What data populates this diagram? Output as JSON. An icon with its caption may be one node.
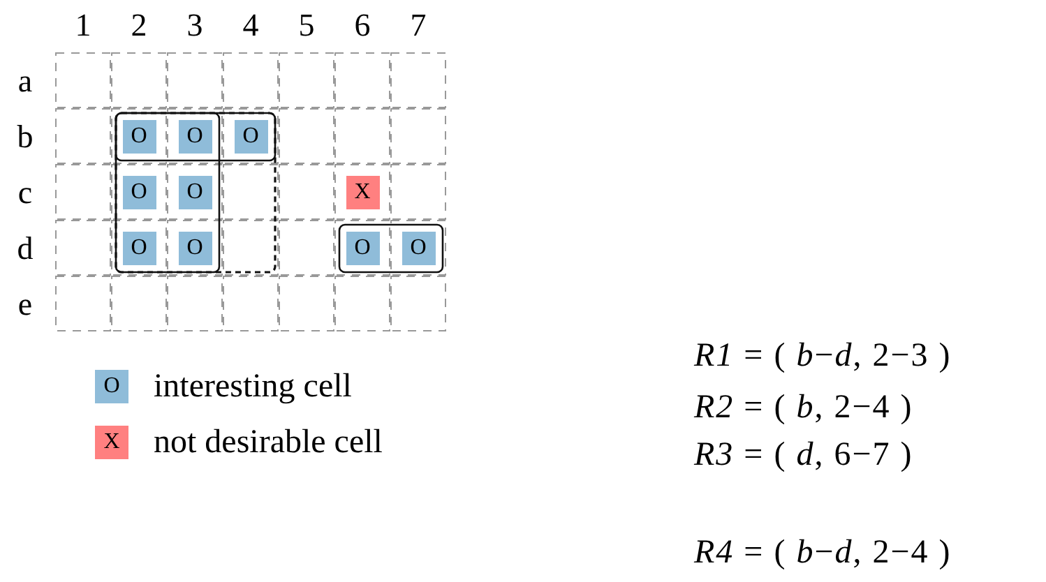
{
  "diagram": {
    "nodes": [
      {
        "text": [
          "O"
        ]
      },
      {
        "text": [
          "O"
        ]
      },
      {
        "text": [
          "O"
        ]
      },
      {
        "text": [
          "O"
        ]
      },
      {
        "text": [
          "O"
        ]
      },
      {
        "text": [
          "X"
        ]
      },
      {
        "text": [
          "O"
        ]
      },
      {
        "text": [
          "O"
        ]
      },
      {
        "text": [
          "O"
        ]
      },
      {
        "text": [
          "O"
        ]
      }
    ],
    "labels": [
      "1",
      "2",
      "3",
      "4",
      "5",
      "6",
      "7",
      "a",
      "b",
      "c",
      "d",
      "e",
      "O",
      "X",
      "*R1* = ( *b*−*d*, 2−3 )",
      "*R2* = ( *b*, 2−4 )",
      "*R3* = ( *d*, 6−7 )",
      "*R4* = ( *b*−*d*, 2−4 )"
    ],
    "legend": [
      {
        "text": "interesting cell",
        "color": "#8fbcd9"
      },
      {
        "text": "not desirable cell",
        "color": "#ff8080"
      }
    ]
  }
}
